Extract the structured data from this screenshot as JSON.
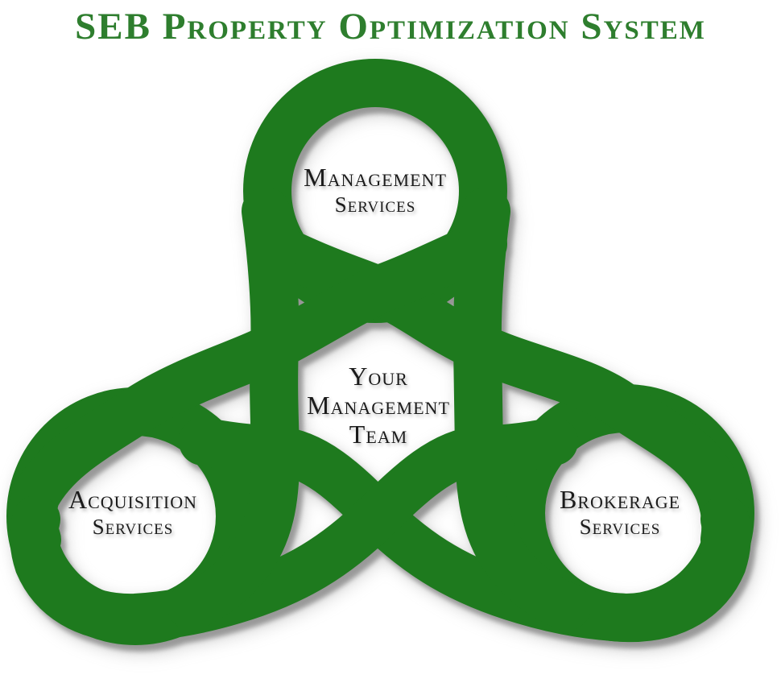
{
  "title": "SEB Property Optimization System",
  "diagram": {
    "top_loop": {
      "line1": "Management",
      "line2": "Services"
    },
    "left_loop": {
      "line1": "Acquisition",
      "line2": "Services"
    },
    "right_loop": {
      "line1": "Brokerage",
      "line2": "Services"
    },
    "center": {
      "line1": "Your",
      "line2": "Management",
      "line3": "Team"
    }
  },
  "colors": {
    "knot_green": "#1e7a1e",
    "title_green": "#2e7e2e",
    "label_black": "#1b1b1b",
    "shadow_gray": "#8c8c8c",
    "background": "#ffffff"
  }
}
